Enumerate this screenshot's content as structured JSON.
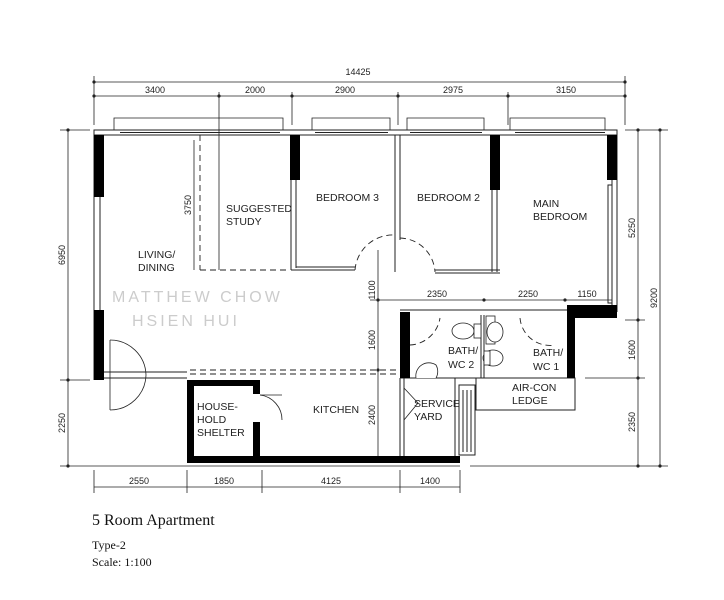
{
  "dimensions": {
    "overall_width": "14425",
    "top": [
      "3400",
      "2000",
      "2900",
      "2975",
      "3150"
    ],
    "bottom": [
      "2550",
      "1850",
      "4125",
      "1400"
    ],
    "left": [
      "6950",
      "2250"
    ],
    "right": [
      "5250",
      "1600",
      "2350"
    ],
    "overall_depth": "9200",
    "study_depth": "3750",
    "inner_vertical": [
      "1100",
      "1600",
      "2400"
    ],
    "bath_widths": [
      "2350",
      "2250",
      "1150"
    ]
  },
  "rooms": {
    "living_1": "LIVING/",
    "living_2": "DINING",
    "study_1": "SUGGESTED",
    "study_2": "STUDY",
    "bedroom3": "BEDROOM 3",
    "bedroom2": "BEDROOM 2",
    "main_1": "MAIN",
    "main_2": "BEDROOM",
    "bath2_1": "BATH/",
    "bath2_2": "WC 2",
    "bath1_1": "BATH/",
    "bath1_2": "WC 1",
    "aircon_1": "AIR-CON",
    "aircon_2": "LEDGE",
    "yard_1": "SERVICE",
    "yard_2": "YARD",
    "kitchen": "KITCHEN",
    "shelter_1": "HOUSE-",
    "shelter_2": "HOLD",
    "shelter_3": "SHELTER"
  },
  "watermark": {
    "line1": "MATTHEW CHOW",
    "line2": "HSIEN HUI"
  },
  "title": {
    "name": "5 Room Apartment",
    "type": "Type-2",
    "scale": "Scale: 1:100"
  }
}
